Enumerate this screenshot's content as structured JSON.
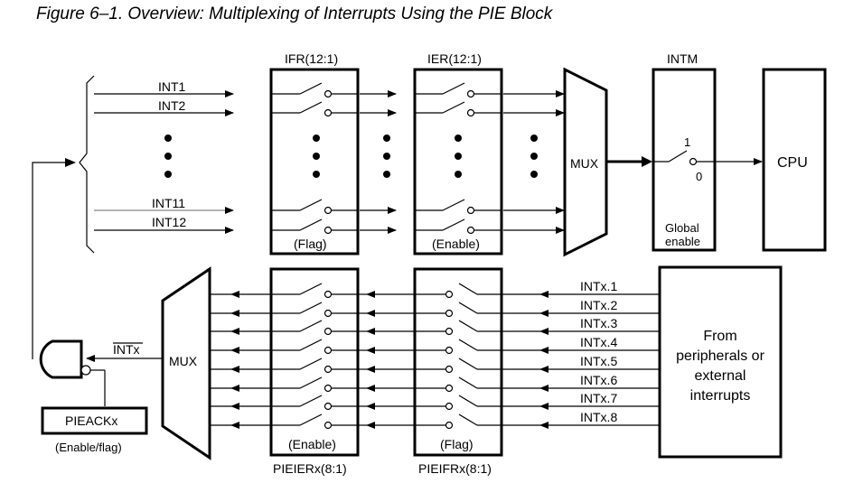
{
  "title": "Figure 6–1.  Overview: Multiplexing of Interrupts Using the PIE Block",
  "top": {
    "ifr_label": "IFR(12:1)",
    "ier_label": "IER(12:1)",
    "intm_label": "INTM",
    "inputs": [
      "INT1",
      "INT2",
      "INT11",
      "INT12"
    ],
    "flag_label": "(Flag)",
    "enable_label": "(Enable)",
    "mux_label": "MUX",
    "switch_1": "1",
    "switch_0": "0",
    "global_enable": [
      "Global",
      "enable"
    ],
    "cpu_label": "CPU"
  },
  "bottom": {
    "pieier_label": "PIEIERx(8:1)",
    "pieifr_label": "PIEIFRx(8:1)",
    "enable_label": "(Enable)",
    "flag_label": "(Flag)",
    "mux_label": "MUX",
    "intx_label": "INTx",
    "inputs": [
      "INTx.1",
      "INTx.2",
      "INTx.3",
      "INTx.4",
      "INTx.5",
      "INTx.6",
      "INTx.7",
      "INTx.8"
    ],
    "source_lines": [
      "From",
      "peripherals or",
      "external",
      "interrupts"
    ],
    "pieack_label": "PIEACKx",
    "pieack_sub": "(Enable/flag)"
  }
}
